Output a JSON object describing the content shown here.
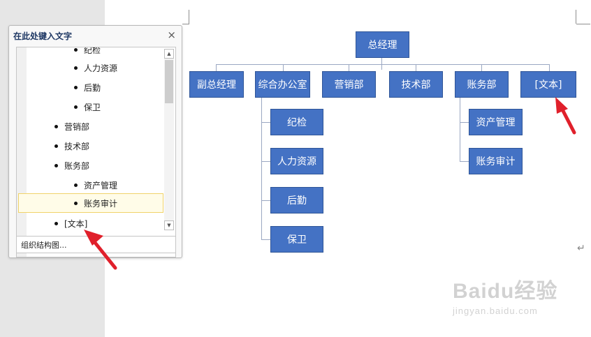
{
  "text_pane": {
    "title": "在此处键入文字",
    "close_glyph": "×",
    "items": [
      {
        "text": "纪检",
        "level": 2
      },
      {
        "text": "人力资源",
        "level": 2
      },
      {
        "text": "后勤",
        "level": 2
      },
      {
        "text": "保卫",
        "level": 2
      },
      {
        "text": "营销部",
        "level": 1
      },
      {
        "text": "技术部",
        "level": 1
      },
      {
        "text": "账务部",
        "level": 1
      },
      {
        "text": "资产管理",
        "level": 2
      },
      {
        "text": "账务审计",
        "level": 2
      },
      {
        "text": "[文本]",
        "level": 1
      }
    ],
    "footer": "组织结构图...",
    "scroll_up": "▲",
    "scroll_down": "▼"
  },
  "org_chart": {
    "root": "总经理",
    "departments": [
      "副总经理",
      "综合办公室",
      "营销部",
      "技术部",
      "账务部",
      "[文本]"
    ],
    "office_children": [
      "纪检",
      "人力资源",
      "后勤",
      "保卫"
    ],
    "finance_children": [
      "资产管理",
      "账务审计"
    ]
  },
  "watermark": {
    "brand": "Baidu经验",
    "url": "jingyan.baidu.com"
  },
  "paragraph_mark": "↵",
  "colors": {
    "node_fill": "#4472c4",
    "arrow": "#e0202b"
  }
}
